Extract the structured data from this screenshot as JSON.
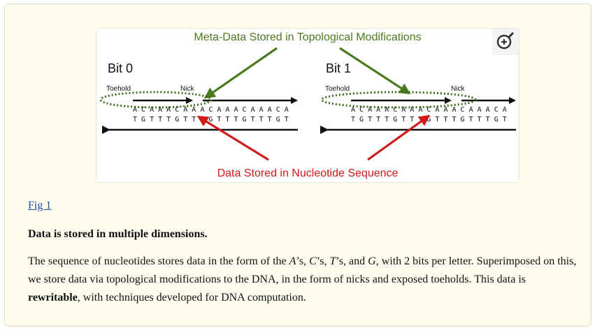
{
  "figure": {
    "meta_label": "Meta-Data Stored in Topological Modifications",
    "data_label": "Data Stored in Nucleotide Sequence",
    "panels": [
      {
        "title": "Bit 0",
        "toehold_label": "Toehold",
        "nick_label": "Nick",
        "top_strand": "A C A A A C A A A C A A A C A A A C A",
        "bottom_strand": "T G T T T G T T T G T T T G T T T G T"
      },
      {
        "title": "Bit 1",
        "toehold_label": "Toehold",
        "nick_label": "Nick",
        "top_strand": "A C A A A C A A A C A A A C A A A C A",
        "bottom_strand": "T G T T T G T T T G T T T G T T T G T"
      }
    ],
    "zoom_icon": "zoom-in-icon",
    "colors": {
      "meta_green": "#4a7a1e",
      "data_red": "#d21a1a",
      "arrow_black": "#111111",
      "dotted_green": "#3d6b17"
    }
  },
  "caption": {
    "link": "Fig 1",
    "title": "Data is stored in multiple dimensions.",
    "body_1": "The sequence of nucleotides stores data in the form of the ",
    "a_letter": "A",
    "a_suffix": "’s, ",
    "c_letter": "C",
    "c_suffix": "’s, ",
    "t_letter": "T",
    "t_suffix": "’s, and ",
    "g_letter": "G",
    "body_2": ", with 2 bits per letter. Superimposed on this, we store data via topological modifications to the DNA, in the form of nicks and exposed toeholds. This data is ",
    "bold_word": "rewritable",
    "body_3": ", with techniques developed for DNA computation."
  }
}
